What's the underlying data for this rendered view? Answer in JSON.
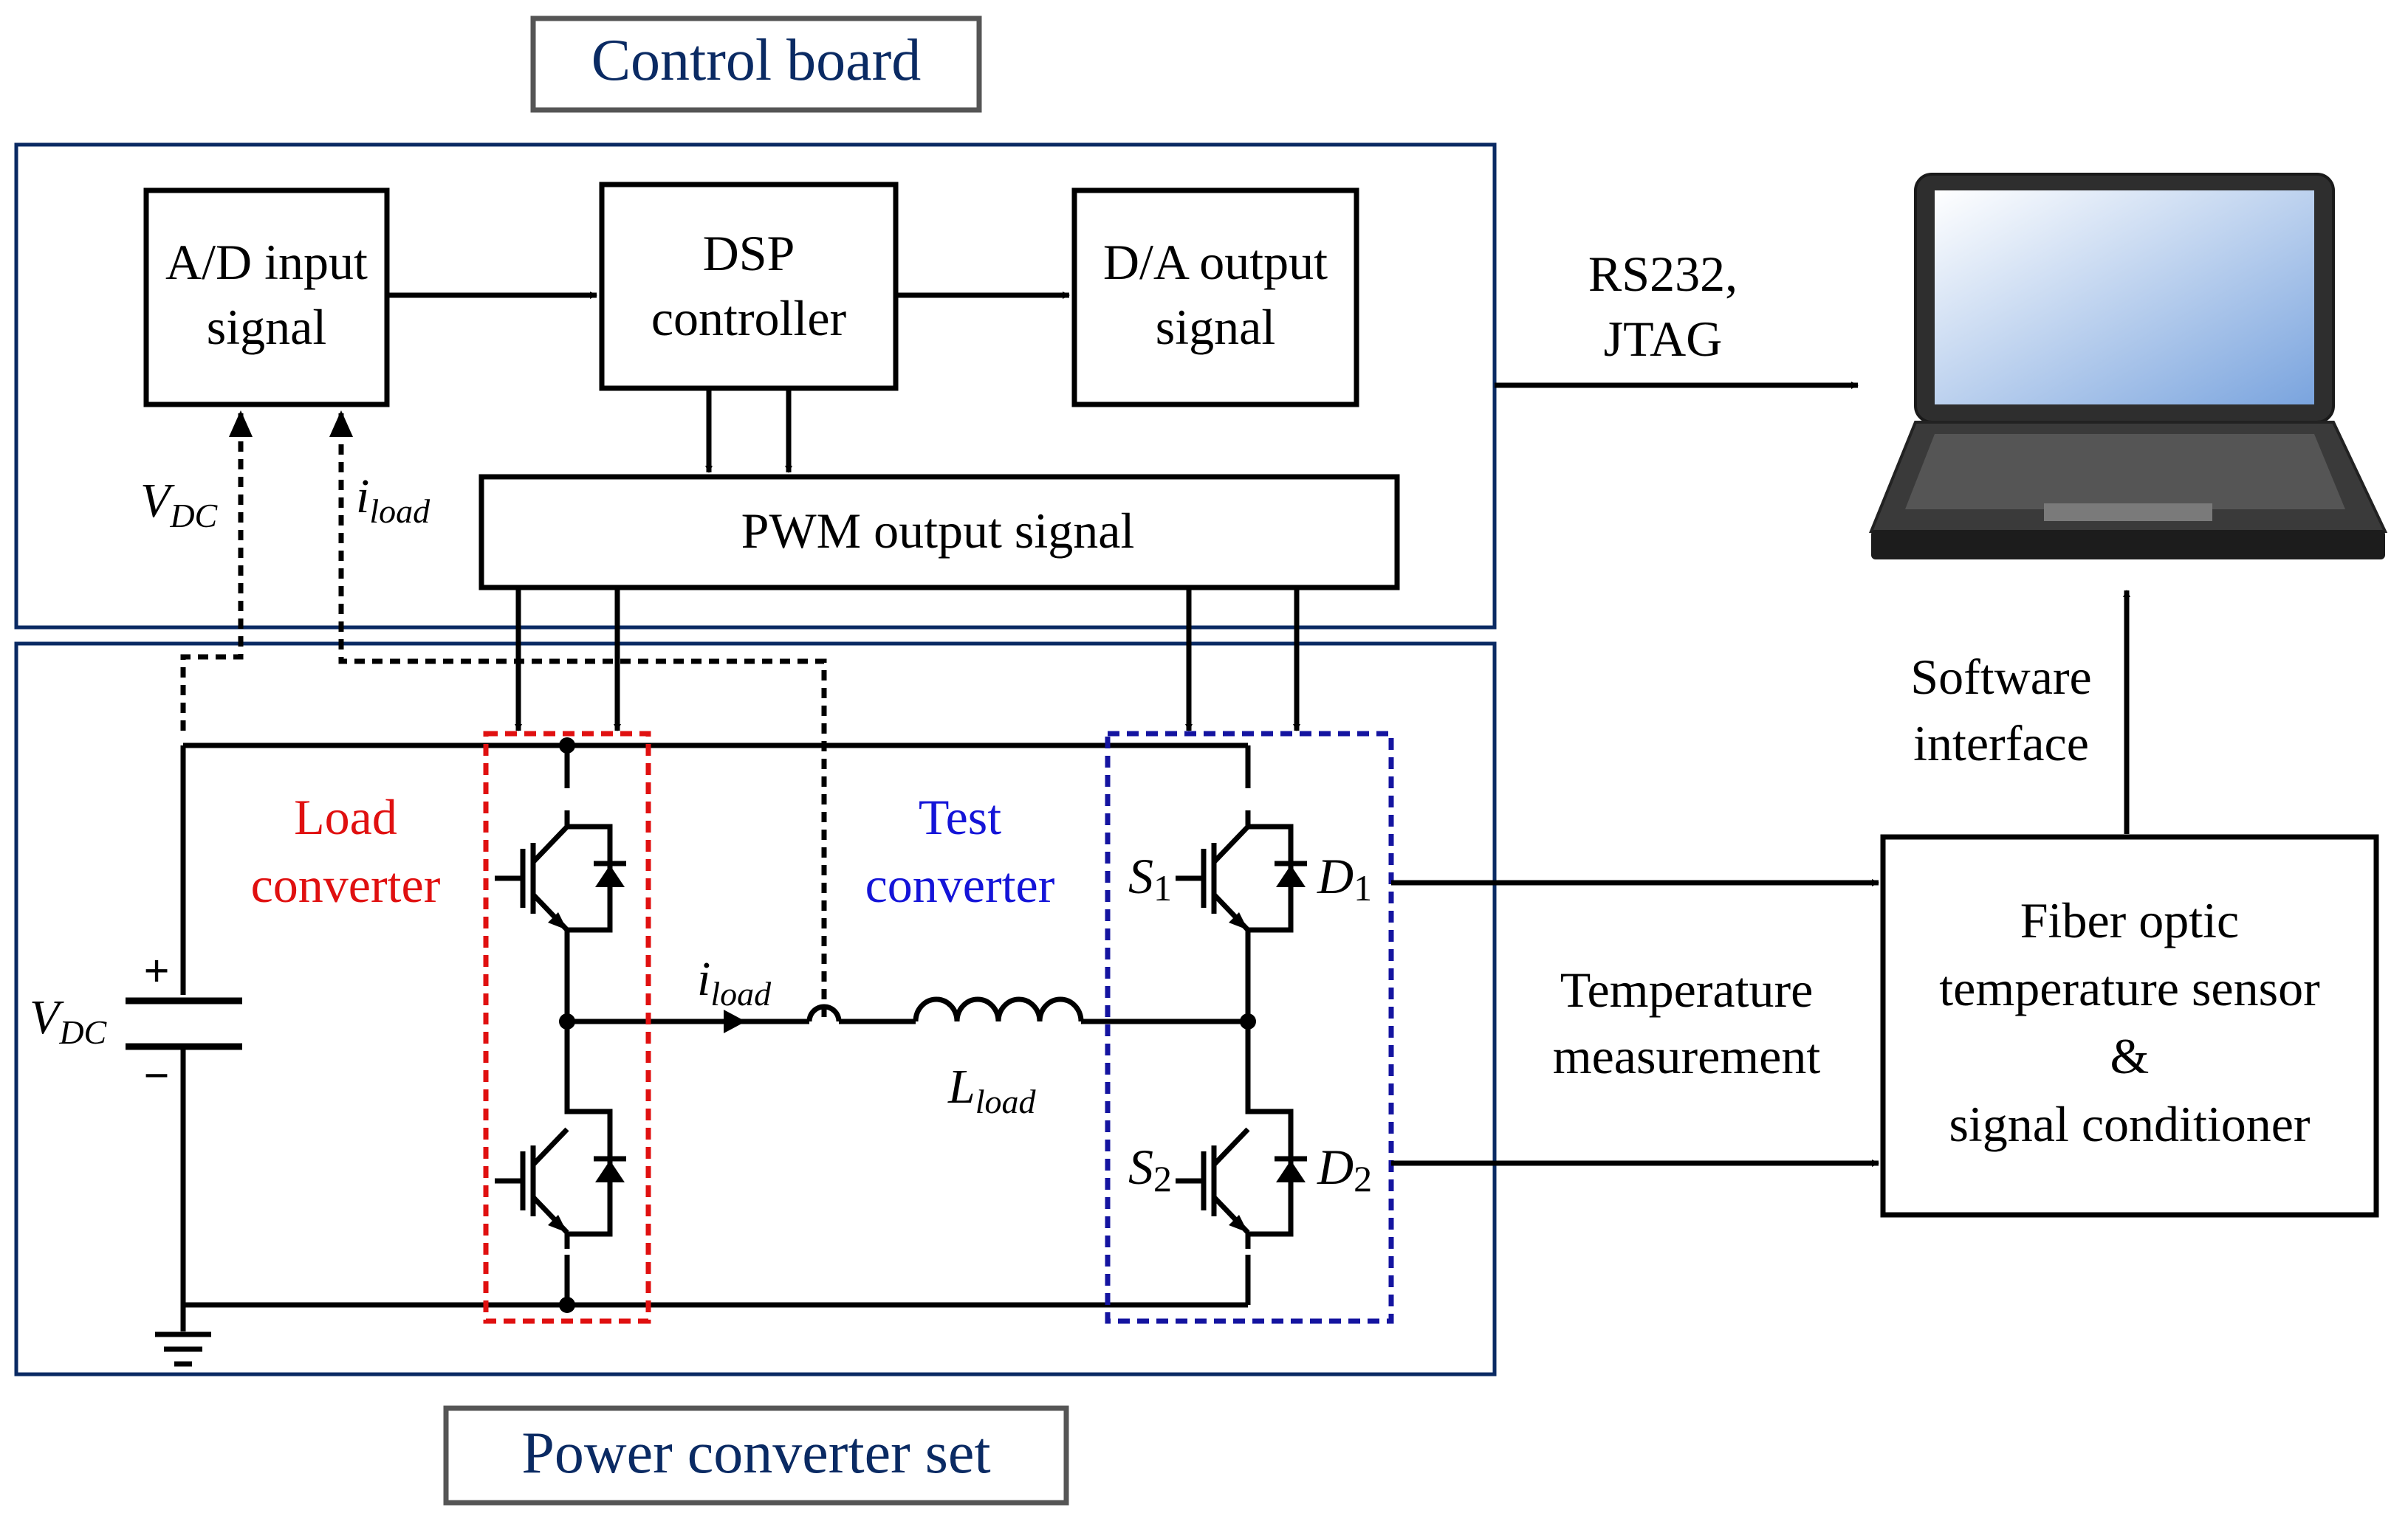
{
  "labels": {
    "control_board": "Control board",
    "power_converter_set": "Power converter set",
    "ad_input_line1": "A/D input",
    "ad_input_line2": "signal",
    "dsp_line1": "DSP",
    "dsp_line2": "controller",
    "da_output_line1": "D/A output",
    "da_output_line2": "signal",
    "pwm_output": "PWM output signal",
    "rs232": "RS232,",
    "jtag": "JTAG",
    "software_line1": "Software",
    "software_line2": "interface",
    "sensor_line1": "Fiber optic",
    "sensor_line2": "temperature sensor",
    "sensor_line3": "&",
    "sensor_line4": "signal conditioner",
    "temp_line1": "Temperature",
    "temp_line2": "measurement",
    "load_conv_line1": "Load",
    "load_conv_line2": "converter",
    "test_conv_line1": "Test",
    "test_conv_line2": "converter"
  },
  "symbols": {
    "vdc_main": "V",
    "vdc_sub": "DC",
    "iload_main": "i",
    "iload_sub": "load",
    "lload_main": "L",
    "lload_sub": "load",
    "s1_main": "S",
    "s1_sub": "1",
    "s2_main": "S",
    "s2_sub": "2",
    "d1_main": "D",
    "d1_sub": "1",
    "d2_main": "D",
    "d2_sub": "2",
    "plus": "+",
    "minus": "−"
  },
  "colors": {
    "title_text": "#0a2a63",
    "panel_border": "#0a2a63",
    "load_converter": "#e01010",
    "test_converter": "#1414d8"
  },
  "icons": {
    "laptop": "laptop-icon",
    "ground": "ground-icon",
    "igbt": "igbt-icon",
    "inductor": "inductor-icon",
    "capacitor": "capacitor-icon"
  }
}
